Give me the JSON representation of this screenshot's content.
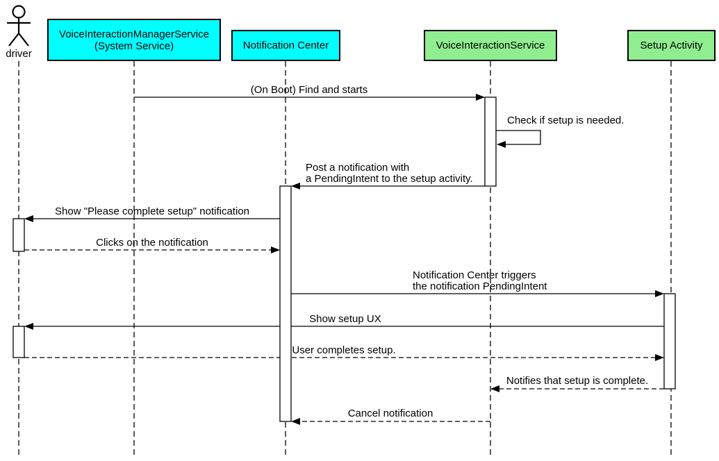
{
  "colors": {
    "background": "#FFFFFF",
    "stroke": "#000000",
    "system_service_fill": "#00FFFF",
    "app_component_fill": "#90EE90",
    "activation_fill": "#FFFFFF"
  },
  "actor": {
    "label": "driver"
  },
  "participants": [
    {
      "label": "VoiceInteractionManagerService\n(System Service)",
      "fill": "#00FFFF"
    },
    {
      "label": "Notification Center",
      "fill": "#00FFFF"
    },
    {
      "label": "VoiceInteractionService",
      "fill": "#90EE90"
    },
    {
      "label": "Setup Activity",
      "fill": "#90EE90"
    }
  ],
  "messages": [
    {
      "label": "(On Boot) Find and starts",
      "from": "VoiceInteractionManagerService (System Service)",
      "to": "VoiceInteractionService",
      "line": "solid",
      "kind": "message"
    },
    {
      "label": "Check if setup is needed.",
      "from": "VoiceInteractionService",
      "to": "VoiceInteractionService",
      "line": "solid",
      "kind": "self-message"
    },
    {
      "label": "Post a notification with\na PendingIntent to the setup activity.",
      "from": "VoiceInteractionService",
      "to": "Notification Center",
      "line": "solid",
      "kind": "message"
    },
    {
      "label": "Show \"Please complete setup\" notification",
      "from": "Notification Center",
      "to": "driver",
      "line": "solid",
      "kind": "message"
    },
    {
      "label": "Clicks on the notification",
      "from": "driver",
      "to": "Notification Center",
      "line": "dashed",
      "kind": "message"
    },
    {
      "label": "Notification Center triggers\nthe notification PendingIntent",
      "from": "Notification Center",
      "to": "Setup Activity",
      "line": "solid",
      "kind": "message"
    },
    {
      "label": "Show setup UX",
      "from": "Setup Activity",
      "to": "driver",
      "line": "solid",
      "kind": "message"
    },
    {
      "label": "User completes setup.",
      "from": "driver",
      "to": "Setup Activity",
      "line": "dashed",
      "kind": "message"
    },
    {
      "label": "Notifies that setup is complete.",
      "from": "Setup Activity",
      "to": "VoiceInteractionService",
      "line": "dashed",
      "kind": "message"
    },
    {
      "label": "Cancel notification",
      "from": "VoiceInteractionService",
      "to": "Notification Center",
      "line": "dashed",
      "kind": "message"
    }
  ]
}
